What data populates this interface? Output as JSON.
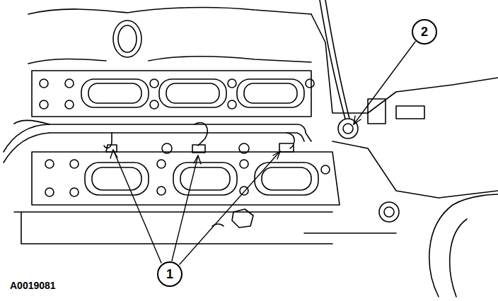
{
  "diagram": {
    "nodes": [
      {
        "text": [
          "1"
        ]
      },
      {
        "text": [
          "2"
        ]
      }
    ],
    "labels": [
      "A0019081"
    ]
  }
}
